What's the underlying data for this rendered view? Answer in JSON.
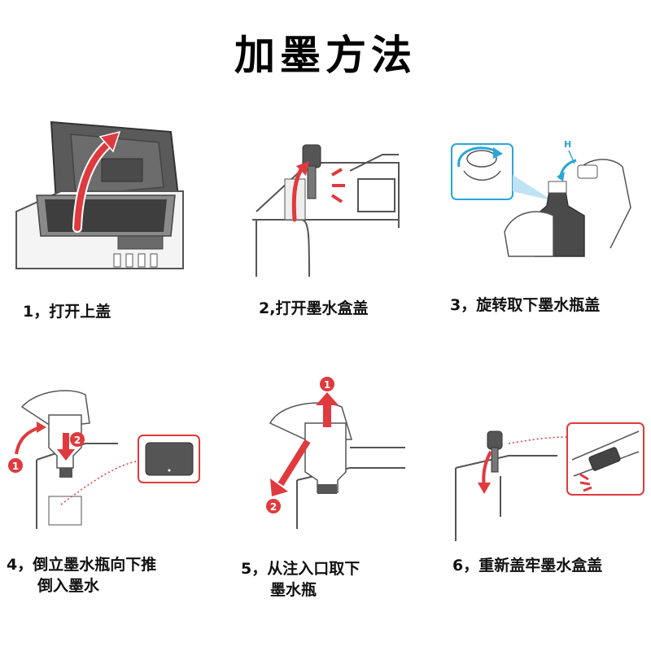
{
  "title": "加墨方法",
  "steps": [
    {
      "label": "1，打开上盖"
    },
    {
      "label": "2,打开墨水盒盖"
    },
    {
      "label": "3，旋转取下墨水瓶盖",
      "marker": "H"
    },
    {
      "label": "4，倒立墨水瓶向下推",
      "label_line2": "倒入墨水",
      "badges": [
        "1",
        "2"
      ]
    },
    {
      "label": "5，从注入口取下",
      "label_line2": "墨水瓶",
      "badges": [
        "1",
        "2"
      ]
    },
    {
      "label": "6，重新盖牢墨水盒盖"
    }
  ],
  "colors": {
    "accent": "#e03a3e",
    "blue": "#2aa6d8",
    "printer_dark": "#555555",
    "outline": "#555555"
  }
}
